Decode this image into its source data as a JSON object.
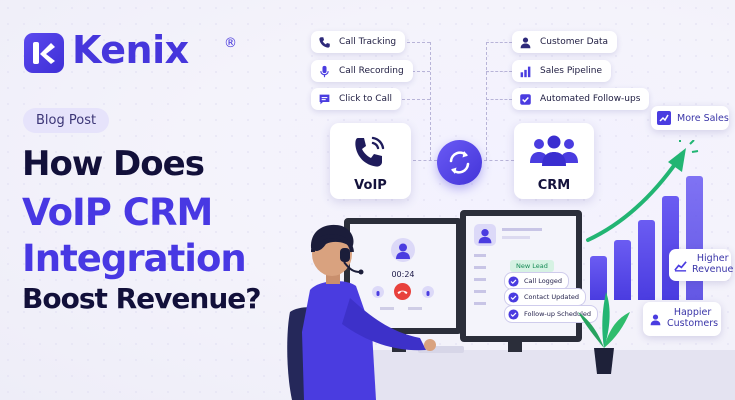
{
  "brand": {
    "name": "Kenix",
    "registered": "®",
    "logo_icon": "k-logo-icon"
  },
  "label": "Blog Post",
  "headline": {
    "line1": "How Does",
    "line2": "VoIP CRM",
    "line3": "Integration",
    "line4": "Boost Revenue?"
  },
  "voip_features": [
    {
      "label": "Call Tracking",
      "icon": "phone-icon"
    },
    {
      "label": "Call Recording",
      "icon": "microphone-icon"
    },
    {
      "label": "Click to Call",
      "icon": "chat-icon"
    }
  ],
  "crm_features": [
    {
      "label": "Customer Data",
      "icon": "user-icon"
    },
    {
      "label": "Sales Pipeline",
      "icon": "bar-chart-icon"
    },
    {
      "label": "Automated Follow-ups",
      "icon": "checkbox-icon"
    }
  ],
  "cards": {
    "voip": "VoIP",
    "crm": "CRM"
  },
  "sync_icon": "sync-icon",
  "outcomes": {
    "more_sales": "More Sales",
    "higher_revenue_1": "Higher",
    "higher_revenue_2": "Revenue",
    "happier_1": "Happier",
    "happier_2": "Customers"
  },
  "call_screen": {
    "timer": "00:24"
  },
  "crm_screen": {
    "new_lead": "New Lead",
    "statuses": [
      "Call Logged",
      "Contact Updated",
      "Follow-up Scheduled"
    ]
  },
  "colors": {
    "brand": "#4636dc",
    "dark": "#12103a",
    "accent_green": "#22b573",
    "end_call": "#e8413c"
  }
}
